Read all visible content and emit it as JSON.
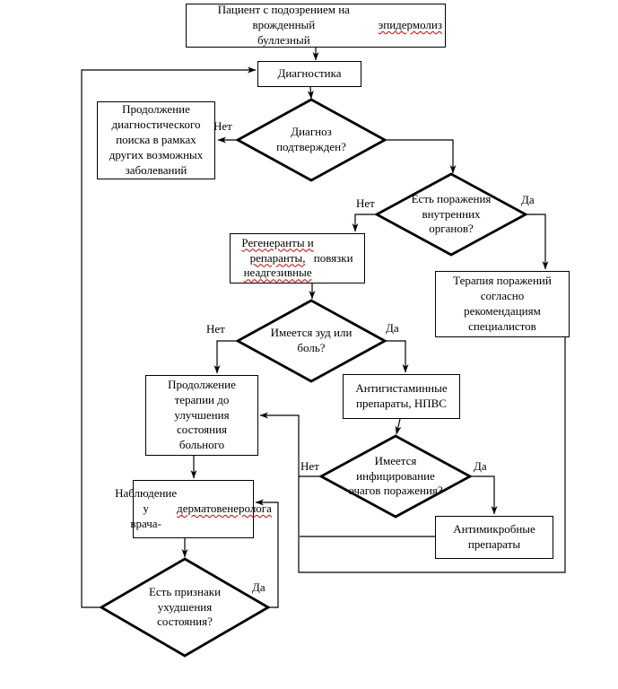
{
  "figure": {
    "background": "#ffffff",
    "line_color": "#000000",
    "spellcheck_color": "#cc0000",
    "nodes": {
      "patient": {
        "type": "process",
        "segments": [
          {
            "t": "Пациент с подозрением на врожденный\nбуллезный "
          },
          {
            "t": "эпидермолиз",
            "sp": true
          }
        ]
      },
      "diagnostics": {
        "type": "process",
        "text": "Диагностика"
      },
      "diagnosis_confirmed": {
        "type": "decision",
        "text": "Диагноз\nподтвержден?"
      },
      "continue_search": {
        "type": "process",
        "text": "Продолжение\nдиагностического\nпоиска в рамках\nдругих возможных\nзаболеваний"
      },
      "internal_organs": {
        "type": "decision",
        "text": "Есть поражения\nвнутренних\nорганов?"
      },
      "regenerants": {
        "type": "process",
        "segments": [
          {
            "t": "Регенеранты и\nрепаранты,\nнеадгезивные",
            "sp": true
          },
          {
            "t": " повязки"
          }
        ]
      },
      "specialist_therapy": {
        "type": "process",
        "text": "Терапия поражений\nсогласно\nрекомендациям\nспециалистов"
      },
      "itch_pain": {
        "type": "decision",
        "text": "Имеется зуд или\nболь?"
      },
      "continue_therapy": {
        "type": "process",
        "text": "Продолжение\nтерапии до\nулучшения\nсостояния\nбольного"
      },
      "antihistamines": {
        "type": "process",
        "text": "Антигистаминные\nпрепараты, НПВС"
      },
      "infection": {
        "type": "decision",
        "text": "Имеется\nинфицирование\nочагов поражения?"
      },
      "antimicrobials": {
        "type": "process",
        "text": "Антимикробные\nпрепараты"
      },
      "observation": {
        "type": "process",
        "segments": [
          {
            "t": "Наблюдение у\nврача-\n"
          },
          {
            "t": "дерматовенеролога",
            "sp": true
          }
        ]
      },
      "worsening": {
        "type": "decision",
        "text": "Есть признаки\nухудшения\nсостояния?"
      }
    },
    "edge_labels": {
      "diagnosis_no": "Нет",
      "organs_no": "Нет",
      "organs_yes": "Да",
      "itch_no": "Нет",
      "itch_yes": "Да",
      "infection_no": "Нет",
      "infection_yes": "Да",
      "worsening_yes": "Да"
    }
  }
}
